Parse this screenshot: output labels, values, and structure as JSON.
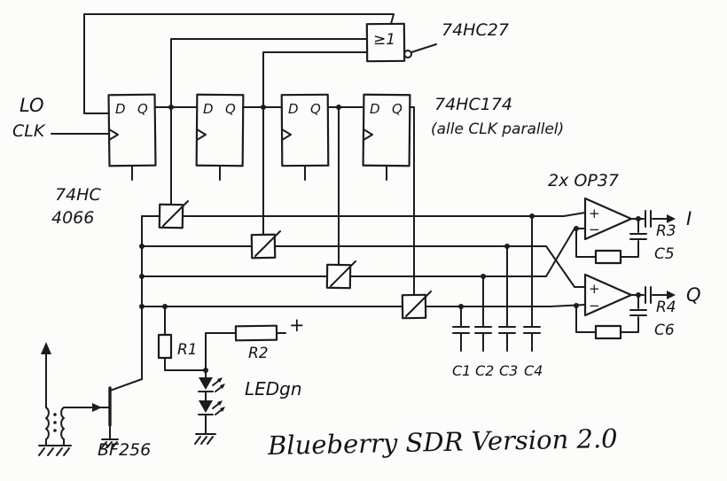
{
  "title": "Blueberry SDR Version 2.0",
  "colors": {
    "ink": "#1c1c1e",
    "paper": "#fcfcfa"
  },
  "clock": {
    "lo": "LO",
    "clk": "CLK"
  },
  "nor_gate": {
    "symbol": "≥1",
    "chip": "74HC27"
  },
  "flipflops": {
    "chip": "74HC174",
    "note": "(alle CLK parallel)",
    "d_label": "D",
    "q_label": "Q"
  },
  "switch_chip": {
    "line1": "74HC",
    "line2": "4066"
  },
  "opamps": {
    "chip": "2x OP37",
    "plus": "+",
    "minus": "−"
  },
  "outputs": {
    "i": "I",
    "q": "Q"
  },
  "resistors": {
    "r1": "R1",
    "r2": "R2",
    "r3": "R3",
    "r4": "R4"
  },
  "capacitors": {
    "c1": "C1",
    "c2": "C2",
    "c3": "C3",
    "c4": "C4",
    "c5": "C5",
    "c6": "C6"
  },
  "supply": {
    "plus": "+"
  },
  "led_label": "LEDgn",
  "transistor": "BF256"
}
